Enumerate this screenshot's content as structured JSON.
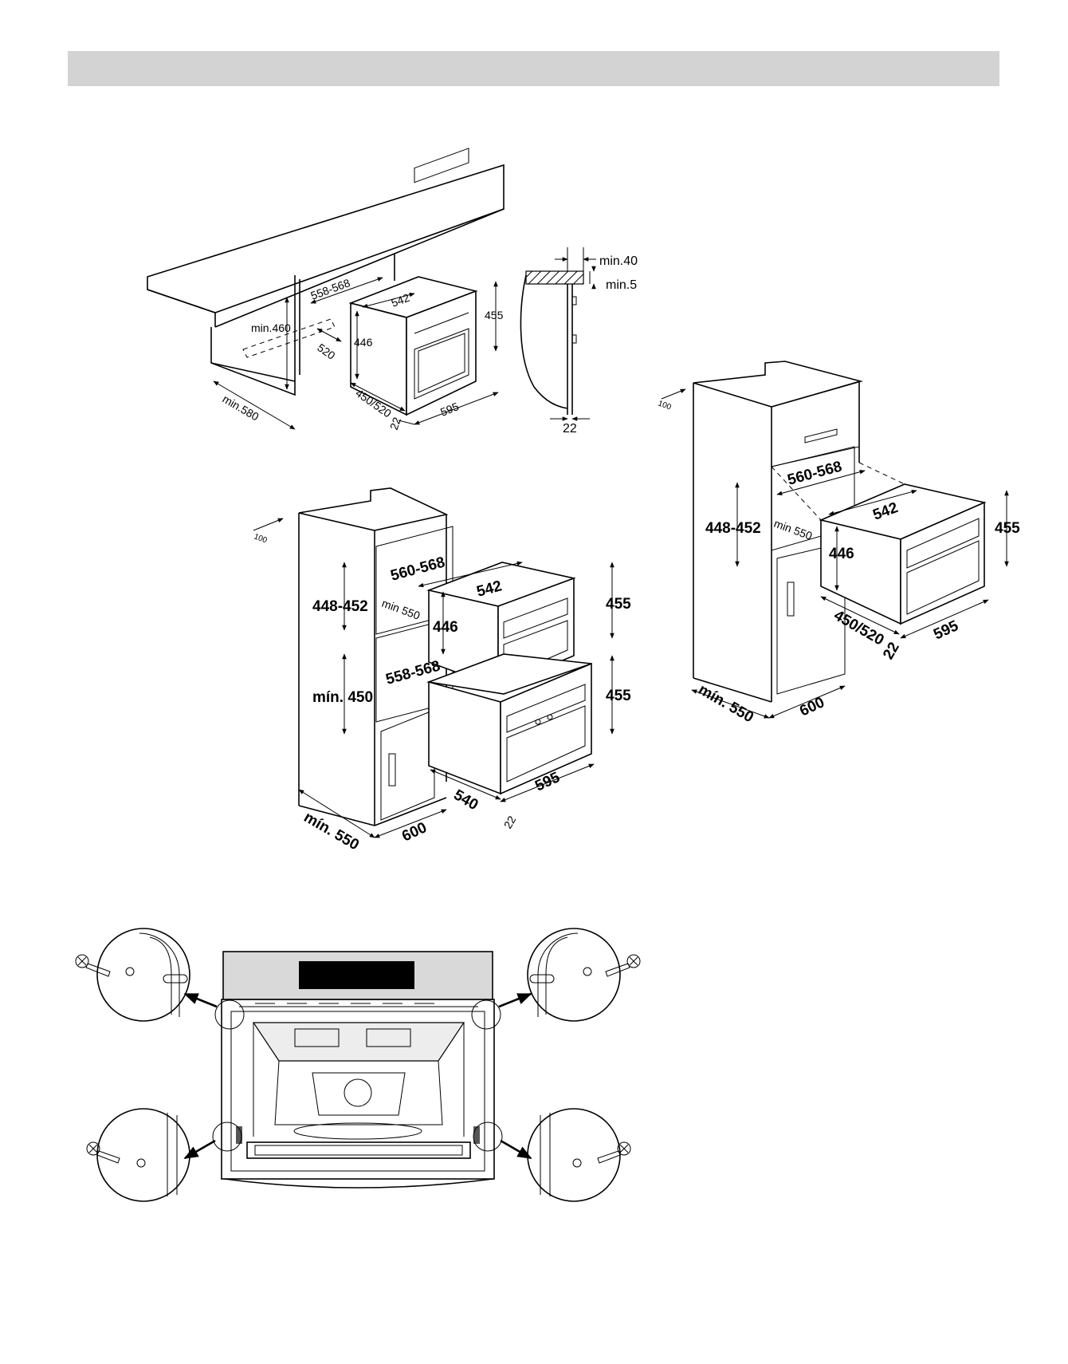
{
  "figure1": {
    "labels": [
      "558-568",
      "542",
      "455",
      "min.460",
      "446",
      "520",
      "450/520",
      "595",
      "min.580",
      "22"
    ]
  },
  "figure2": {
    "labels": [
      "min.40",
      "min.5",
      "22"
    ]
  },
  "figure3": {
    "labels": [
      "100",
      "560-568",
      "542",
      "448-452",
      "min 550",
      "446",
      "455",
      "558-568",
      "mín. 450",
      "455",
      "540",
      "595",
      "mín. 550",
      "600",
      "22"
    ]
  },
  "figure4": {
    "labels": [
      "100",
      "560-568",
      "542",
      "448-452",
      "min 550",
      "446",
      "455",
      "450/520",
      "22",
      "595",
      "mín. 550",
      "600"
    ]
  }
}
